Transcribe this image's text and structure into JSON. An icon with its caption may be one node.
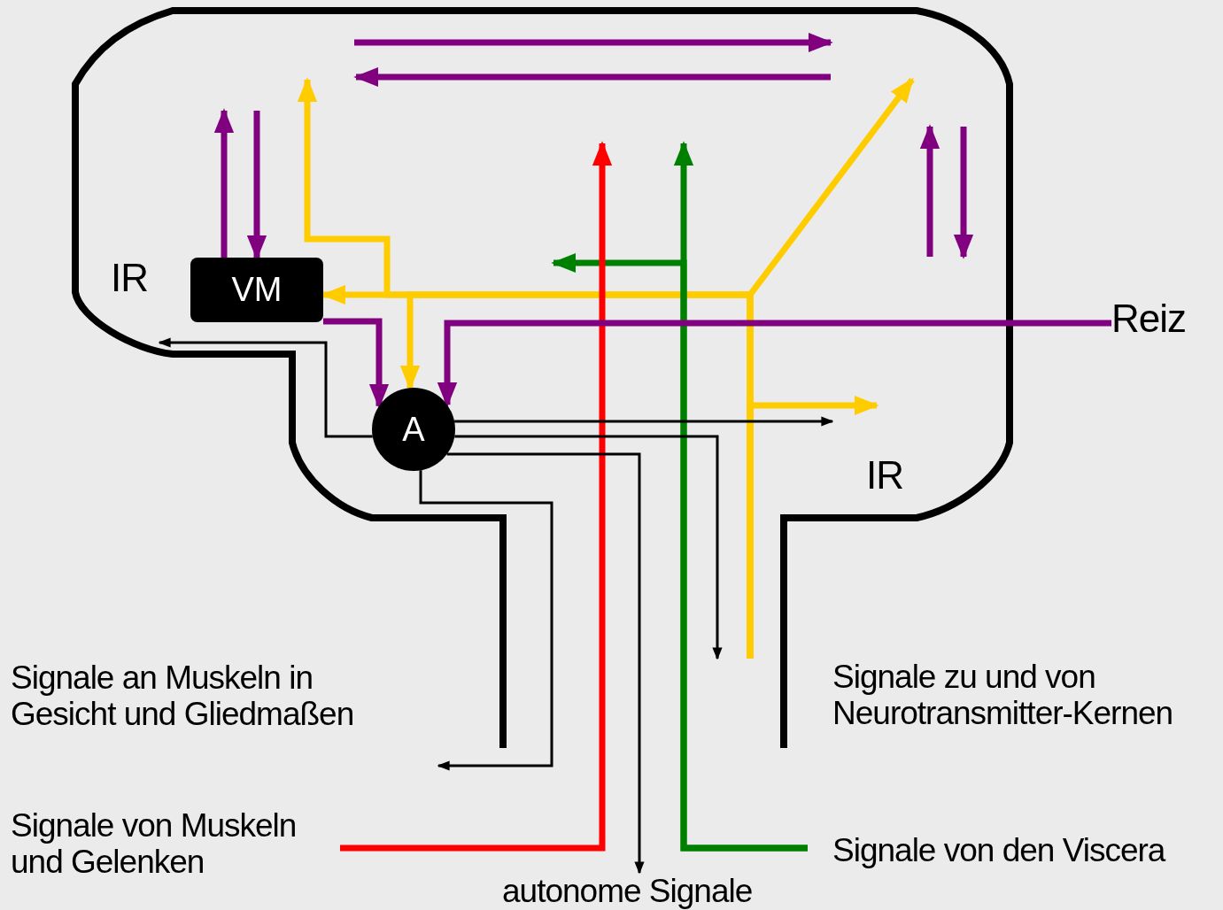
{
  "diagram": {
    "nodes": [
      {
        "text": [
          "VM"
        ]
      },
      {
        "text": [
          "A"
        ]
      },
      {
        "text": [
          "Reiz"
        ]
      },
      {
        "text": [
          "Signale an Muskeln in Gesicht und Gliedmaßen"
        ]
      },
      {
        "text": [
          "Signale von Muskeln und Gelenken"
        ]
      },
      {
        "text": [
          "autonome Signale"
        ]
      },
      {
        "text": [
          "Signale zu und von Neurotransmitter-Kernen"
        ]
      },
      {
        "text": [
          "Signale von den Viscera"
        ]
      }
    ],
    "edges": [
      {
        "from": 6,
        "to": 0,
        "arrow": "to",
        "color": "#ffcc00"
      },
      {
        "from": 6,
        "to": 1,
        "arrow": "to",
        "color": "#ffcc00"
      },
      {
        "from": 6,
        "to": null,
        "arrow": "to",
        "color": "#ffcc00"
      },
      {
        "from": 6,
        "to": null,
        "arrow": "to",
        "color": "#ffcc00"
      },
      {
        "from": 6,
        "to": null,
        "arrow": "to",
        "color": "#ffcc00"
      },
      {
        "from": 7,
        "to": null,
        "arrow": "to",
        "color": "#008000"
      },
      {
        "from": 7,
        "to": null,
        "arrow": "to",
        "color": "#008000"
      },
      {
        "from": 4,
        "to": null,
        "arrow": "to",
        "color": "#ff0000"
      },
      {
        "from": 2,
        "to": 1,
        "arrow": "to",
        "color": "#800080"
      },
      {
        "from": 0,
        "to": 1,
        "arrow": "to",
        "color": "#800080"
      },
      {
        "from": 0,
        "to": null,
        "arrow": "to",
        "color": "#800080"
      },
      {
        "from": null,
        "to": 0,
        "arrow": "to",
        "color": "#800080"
      },
      {
        "from": 1,
        "to": null,
        "arrow": "to",
        "color": "#000000"
      },
      {
        "from": 1,
        "to": null,
        "arrow": "to",
        "color": "#000000"
      },
      {
        "from": 1,
        "to": 6,
        "arrow": "to",
        "color": "#000000"
      },
      {
        "from": 1,
        "to": 5,
        "arrow": "to",
        "color": "#000000"
      },
      {
        "from": 1,
        "to": 3,
        "arrow": "to",
        "color": "#000000"
      }
    ],
    "labels": [
      "IR",
      "IR"
    ]
  }
}
